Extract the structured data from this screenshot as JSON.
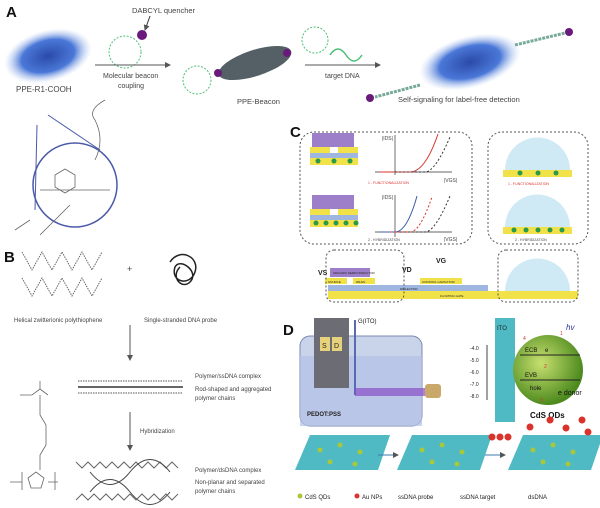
{
  "panels": {
    "A": {
      "label": "A",
      "quencher": "DABCYL quencher",
      "start": "PPE-R1-COOH",
      "step1": [
        "Molecular beacon",
        "coupling"
      ],
      "middle": "PPE-Beacon",
      "step2": "target DNA",
      "end": "Self-signaling for label-free detection"
    },
    "B": {
      "label": "B",
      "plus": "+",
      "polymer": "Helical zwitterionic polythiophene",
      "probe": "Single-stranded DNA probe",
      "complex1": [
        "Polymer/ssDNA complex",
        "Rod-shaped and aggregated",
        "polymer chains"
      ],
      "step": "Hybridization",
      "complex2": [
        "Polymer/dsDNA complex",
        "Non-planar and separated",
        "polymer chains"
      ]
    },
    "C": {
      "label": "C",
      "axis_y": "|IDS|",
      "axis_x": "|VGS|",
      "step1": "1 - FUNCTIONALIZATION",
      "step2": "2 - HYBRIDIZATION",
      "vs": "VS",
      "vd": "VD",
      "vg": "VG",
      "semiconductor": "ORGANIC SEMICONDUCTOR",
      "source": "SOURCE",
      "drain": "DRAIN",
      "control": "CONTROL CAPACITOR",
      "dielectric": "DIELECTRIC",
      "floating": "FLOATING GATE"
    },
    "D": {
      "label": "D",
      "gate": "G(ITO)",
      "s": "S",
      "d": "D",
      "pedot": "PEDOT:PSS",
      "ito": "ITO",
      "ticks": [
        "-4.0",
        "-5.0",
        "-6.0",
        "-7.0",
        "-8.0"
      ],
      "ecb": "ECB",
      "evb": "EVB",
      "hole": "hole",
      "e": "e",
      "hv": "hv",
      "donor": "e donor",
      "qd": "CdS QDs",
      "steps": [
        "1",
        "2",
        "3",
        "4"
      ],
      "legend": [
        "CdS QDs",
        "Au NPs",
        "ssDNA probe",
        "ssDNA target",
        "dsDNA"
      ]
    }
  },
  "colors": {
    "blue_glow": "#3a63c9",
    "purple": "#6a1a7a",
    "green_dna": "#4fbf7a",
    "yellow": "#f2e24a",
    "cyan": "#4fb9c4",
    "red": "#d9332b"
  }
}
